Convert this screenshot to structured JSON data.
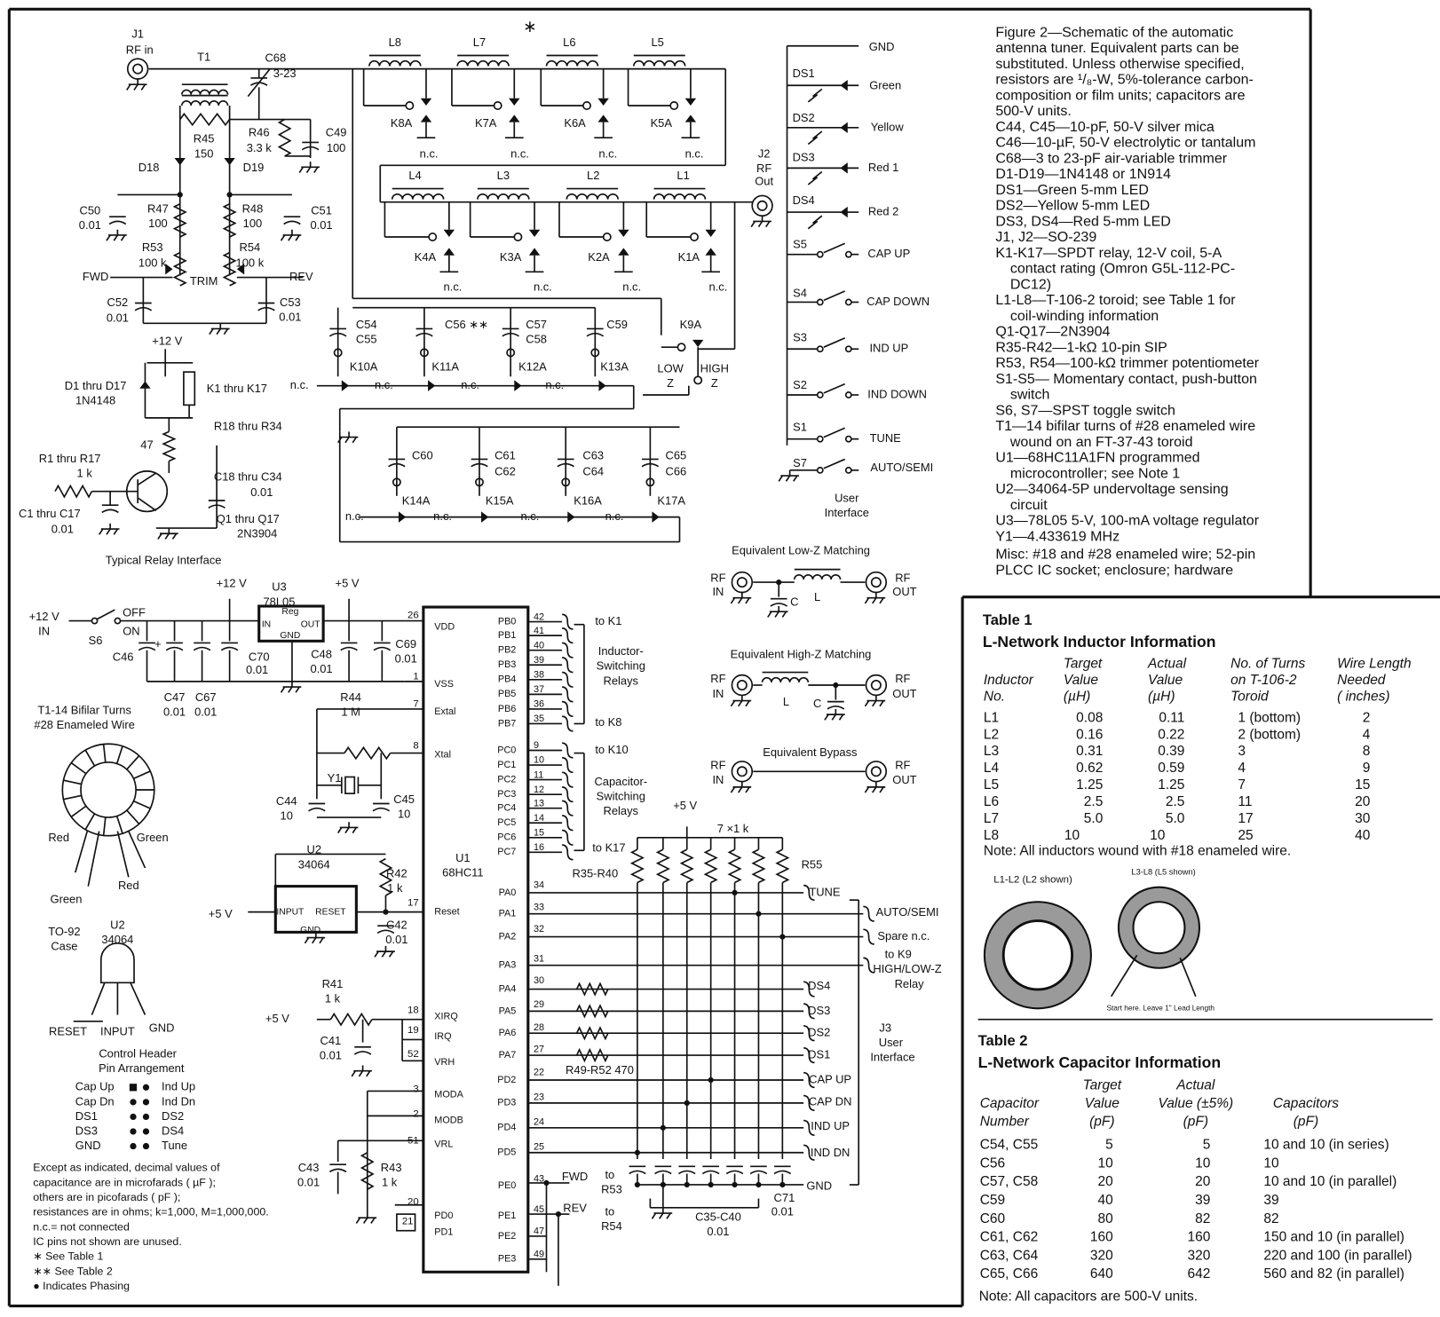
{
  "caption": {
    "lines": [
      "Figure 2—Schematic of the automatic",
      "antenna tuner. Equivalent parts can be",
      "substituted. Unless otherwise specified,",
      "resistors are ¹/₈-W, 5%-tolerance carbon-",
      "composition or film units; capacitors are",
      "500-V units.",
      "C44, C45—10-pF, 50-V silver mica",
      "C46—10-µF, 50-V electrolytic or tantalum",
      "C68—3 to 23-pF air-variable trimmer",
      "D1-D19—1N4148 or 1N914",
      "DS1—Green 5-mm LED",
      "DS2—Yellow 5-mm LED",
      "DS3, DS4—Red 5-mm LED",
      "J1, J2—SO-239",
      "K1-K17—SPDT relay, 12-V coil,  5-A",
      "contact rating (Omron G5L-112-PC-",
      "DC12)",
      "L1-L8—T-106-2 toroid; see Table 1 for",
      "coil-winding information",
      "Q1-Q17—2N3904",
      "R35-R42—1-kΩ 10-pin SIP",
      "R53, R54—100-kΩ trimmer potentiometer",
      "S1-S5— Momentary contact, push-button",
      "switch",
      "S6, S7—SPST toggle switch",
      "T1—14 bifilar turns of  #28 enameled wire",
      "wound on an FT-37-43 toroid",
      "U1—68HC11A1FN programmed",
      "microcontroller; see Note 1",
      "U2—34064-5P undervoltage sensing",
      "circuit",
      "U3—78L05 5-V, 100-mA voltage regulator",
      "Y1—4.433619 MHz",
      "Misc: #18 and #28 enameled wire; 52-pin",
      "PLCC IC socket; enclosure; hardware"
    ]
  },
  "table1": {
    "label": "Table 1",
    "title": "L-Network Inductor Information",
    "headers": [
      [
        "",
        "Target",
        "Actual",
        "No. of  Turns",
        "Wire Length"
      ],
      [
        "Inductor",
        "Value",
        "Value",
        "on T-106-2",
        "Needed"
      ],
      [
        "No.",
        "(µH)",
        "(µH)",
        "Toroid",
        "( inches)"
      ]
    ],
    "rows": [
      [
        "L1",
        "0.08",
        "0.11",
        "1 (bottom)",
        "2"
      ],
      [
        "L2",
        "0.16",
        "0.22",
        "2 (bottom)",
        "4"
      ],
      [
        "L3",
        "0.31",
        "0.39",
        "3",
        "8"
      ],
      [
        "L4",
        "0.62",
        "0.59",
        "4",
        "9"
      ],
      [
        "L5",
        "1.25",
        "1.25",
        "7",
        "15"
      ],
      [
        "L6",
        "2.5",
        "2.5",
        "11",
        "20"
      ],
      [
        "L7",
        "5.0",
        "5.0",
        "17",
        "30"
      ],
      [
        "L8",
        "10",
        "10",
        "25",
        "40"
      ]
    ],
    "note": "Note: All inductors wound with #18 enameled wire."
  },
  "toroids": {
    "l1l2": "L1-L2 (L2 shown)",
    "l3l8": "L3-L8 (L5 shown)",
    "start": "Start here. Leave 1\" Lead Length"
  },
  "table2": {
    "label": "Table 2",
    "title": "L-Network Capacitor Information",
    "headers": [
      [
        "",
        "Target",
        "Actual",
        ""
      ],
      [
        "Capacitor",
        "Value",
        "Value (±5%)",
        "Capacitors"
      ],
      [
        "Number",
        "(pF)",
        "(pF)",
        "(pF)"
      ]
    ],
    "rows": [
      [
        "C54, C55",
        "5",
        "5",
        "10 and 10 (in series)"
      ],
      [
        "C56",
        "10",
        "10",
        "10"
      ],
      [
        "C57, C58",
        "20",
        "20",
        "10 and 10 (in parallel)"
      ],
      [
        "C59",
        "40",
        "39",
        "39"
      ],
      [
        "C60",
        "80",
        "82",
        "82"
      ],
      [
        "C61, C62",
        "160",
        "160",
        "150 and 10 (in parallel)"
      ],
      [
        "C63, C64",
        "320",
        "320",
        "220 and 100 (in parallel)"
      ],
      [
        "C65, C66",
        "640",
        "642",
        "560 and 82 (in parallel)"
      ]
    ],
    "note": "Note: All capacitors are 500-V units."
  },
  "header_pins": {
    "title1": "Control Header",
    "title2": "Pin Arrangement",
    "rows": [
      [
        "Cap Up",
        "Ind Up"
      ],
      [
        "Cap Dn",
        "Ind Dn"
      ],
      [
        "DS1",
        "DS2"
      ],
      [
        "DS3",
        "DS4"
      ],
      [
        "GND",
        "Tune"
      ]
    ]
  },
  "notes": [
    "Except as indicated, decimal values of",
    "capacitance are in microfarads ( µF );",
    "others are in picofarads ( pF );",
    "resistances are in ohms; k=1,000, M=1,000,000.",
    "n.c.= not connected",
    "IC pins not shown are unused.",
    "∗ See Table 1",
    "∗∗ See Table 2",
    "● Indicates Phasing"
  ],
  "schematic": {
    "j1": "J1",
    "rf_in": "RF in",
    "t1": "T1",
    "c68": "C68",
    "c68v": "3-23",
    "r45": "R45",
    "r45v": "150",
    "r46": "R46",
    "r46v": "3.3 k",
    "c49": "C49",
    "c49v": "100",
    "d18": "D18",
    "d19": "D19",
    "c50": "C50",
    "c51": "C51",
    "r47": "R47",
    "r48": "R48",
    "v100": "100",
    "r53": "R53",
    "r54": "R54",
    "v100k": "100 k",
    "trim": "TRIM",
    "fwd": "FWD",
    "rev": "REV",
    "c52": "C52",
    "c53": "C53",
    "v001": "0.01",
    "p12v": "+12 V",
    "p5v": "+5 V",
    "d1d17": "D1 thru D17",
    "n4148": "1N4148",
    "k1k17": "K1 thru K17",
    "r18r34": "R18 thru R34",
    "v47": "47",
    "r1r17": "R1 thru R17",
    "v1k": "1 k",
    "c18c34": "C18 thru C34",
    "c1c17": "C1 thru C17",
    "q1q17": "Q1 thru Q17",
    "n3904": "2N3904",
    "relay_iface": "Typical Relay Interface",
    "star": "∗",
    "l8": "L8",
    "l7": "L7",
    "l6": "L6",
    "l5": "L5",
    "l4": "L4",
    "l3": "L3",
    "l2": "L2",
    "l1": "L1",
    "k8a": "K8A",
    "k7a": "K7A",
    "k6a": "K6A",
    "k5a": "K5A",
    "k4a": "K4A",
    "k3a": "K3A",
    "k2a": "K2A",
    "k1a": "K1A",
    "nc": "n.c.",
    "j2": "J2",
    "rf": "RF",
    "out": "Out",
    "c54": "C54",
    "c55": "C55",
    "c56": "C56 ∗∗",
    "c57": "C57",
    "c58": "C58",
    "c59": "C59",
    "k10a": "K10A",
    "k11a": "K11A",
    "k12a": "K12A",
    "k13a": "K13A",
    "k9a": "K9A",
    "low": "LOW",
    "high": "HIGH",
    "z": "Z",
    "c60": "C60",
    "c61": "C61",
    "c62": "C62",
    "c63": "C63",
    "c64": "C64",
    "c65": "C65",
    "c66": "C66",
    "k14a": "K14A",
    "k15a": "K15A",
    "k16a": "K16A",
    "k17a": "K17A",
    "gnd": "GND",
    "ds1": "DS1",
    "ds2": "DS2",
    "ds3": "DS3",
    "ds4": "DS4",
    "green": "Green",
    "yellow": "Yellow",
    "red1": "Red 1",
    "red2": "Red 2",
    "s1": "S1",
    "s2": "S2",
    "s3": "S3",
    "s4": "S4",
    "s5": "S5",
    "s6": "S6",
    "s7": "S7",
    "cap_up": "CAP UP",
    "cap_down": "CAP DOWN",
    "ind_up": "IND UP",
    "ind_down": "IND DOWN",
    "tune": "TUNE",
    "auto_semi": "AUTO/SEMI",
    "user": "User",
    "interface": "Interface",
    "eq_low": "Equivalent Low-Z Matching",
    "eq_high": "Equivalent High-Z Matching",
    "eq_bypass": "Equivalent Bypass",
    "in": "IN",
    "out_caps": "OUT",
    "c": "C",
    "l": "L",
    "off": "OFF",
    "on": "ON",
    "plus": "+",
    "c46": "C46",
    "c47": "C47",
    "c67": "C67",
    "c70": "C70",
    "c48": "C48",
    "c69": "C69",
    "u3": "U3",
    "u3v": "78L05",
    "reg": "Reg",
    "t1_turns": "T1-14 Bifilar Turns",
    "t1_wire": "#28 Enameled Wire",
    "red": "Red",
    "r44": "R44",
    "r44v": "1 M",
    "y1": "Y1",
    "c44": "C44",
    "c45": "C45",
    "v10": "10",
    "u2": "U2",
    "u2v": "34064",
    "input": "INPUT",
    "reset": "RESET",
    "r42": "R42",
    "c42": "C42",
    "to92": "TO-92",
    "case": "Case",
    "r41": "R41",
    "c41": "C41",
    "c43": "C43",
    "r43": "R43",
    "u1": "U1",
    "u1v": "68HC11",
    "vdd": "VDD",
    "vss": "VSS",
    "extal": "Extal",
    "xtal": "Xtal",
    "reset_pin": "Reset",
    "xirq": "XIRQ",
    "irq": "IRQ",
    "vrh": "VRH",
    "moda": "MODA",
    "modb": "MODB",
    "vrl": "VRL",
    "pd0": "PD0",
    "pd1": "PD1",
    "pb": [
      "PB0",
      "PB1",
      "PB2",
      "PB3",
      "PB4",
      "PB5",
      "PB6",
      "PB7"
    ],
    "pc": [
      "PC0",
      "PC1",
      "PC2",
      "PC3",
      "PC4",
      "PC5",
      "PC6",
      "PC7"
    ],
    "pa": [
      "PA0",
      "PA1",
      "PA2",
      "PA3",
      "PA4",
      "PA5",
      "PA6",
      "PA7"
    ],
    "pd": [
      "PD2",
      "PD3",
      "PD4",
      "PD5"
    ],
    "pe": [
      "PE0",
      "PE1",
      "PE2",
      "PE3"
    ],
    "pins_left": [
      "26",
      "1",
      "7",
      "8",
      "17",
      "18",
      "19",
      "52",
      "3",
      "2",
      "51",
      "20",
      "21"
    ],
    "pins_pb": [
      "42",
      "41",
      "40",
      "39",
      "38",
      "37",
      "36",
      "35"
    ],
    "pins_pc": [
      "9",
      "10",
      "11",
      "12",
      "13",
      "14",
      "15",
      "16"
    ],
    "pins_pa": [
      "34",
      "33",
      "32",
      "31",
      "30",
      "29",
      "28",
      "27"
    ],
    "pins_pd": [
      "22",
      "23",
      "24",
      "25"
    ],
    "pins_pe": [
      "43",
      "45",
      "47",
      "49"
    ],
    "to_k1": "to K1",
    "to_k8": "to K8",
    "to_k10": "to K10",
    "to_k17": "to K17",
    "inductor_sw": "Inductor-",
    "capacitor_sw": "Capacitor-",
    "switching": "Switching",
    "relays": "Relays",
    "r7x1k": "7 ×1 k",
    "r35r40": "R35-R40",
    "r55": "R55",
    "spare": "Spare n.c.",
    "to_k9": "to K9",
    "hilo": "HIGH/LOW-Z",
    "relay": "Relay",
    "cap_dn": "CAP DN",
    "ind_dn": "IND DN",
    "j3": "J3",
    "r49r52": "R49-R52 470",
    "to": "to",
    "c35c40": "C35-C40",
    "c71": "C71"
  }
}
